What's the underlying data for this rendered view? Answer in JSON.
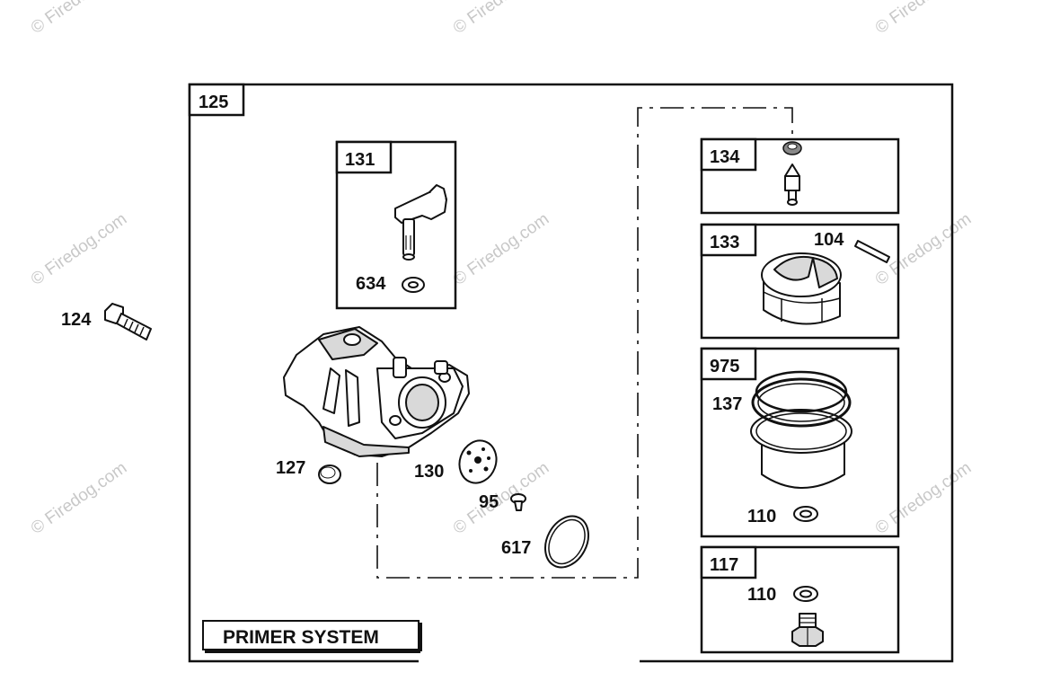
{
  "watermark": {
    "text": "© Firedog.com",
    "color": "#c8c8c8"
  },
  "diagram": {
    "main_assembly_label": "125",
    "section_title": "PRIMER SYSTEM",
    "boxes": [
      {
        "id": "box-131",
        "label": "131"
      },
      {
        "id": "box-134",
        "label": "134"
      },
      {
        "id": "box-133",
        "label": "133"
      },
      {
        "id": "box-975",
        "label": "975"
      },
      {
        "id": "box-117",
        "label": "117"
      }
    ],
    "callouts": {
      "c124": "124",
      "c634": "634",
      "c127": "127",
      "c130": "130",
      "c95": "95",
      "c617": "617",
      "c104": "104",
      "c137": "137",
      "c110a": "110",
      "c110b": "110"
    },
    "parts": {
      "bolt": "bolt-icon",
      "primer_lever": "primer-lever-icon",
      "carburetor": "carburetor-icon",
      "plug": "welch-plug-icon",
      "gasket": "gasket-plate-icon",
      "screw": "screw-icon",
      "o_ring": "o-ring-icon",
      "needle": "float-needle-icon",
      "float": "float-icon",
      "pin": "float-pin-icon",
      "bowl": "float-bowl-icon",
      "washer": "washer-icon",
      "bowl_nut": "bowl-nut-icon"
    }
  }
}
